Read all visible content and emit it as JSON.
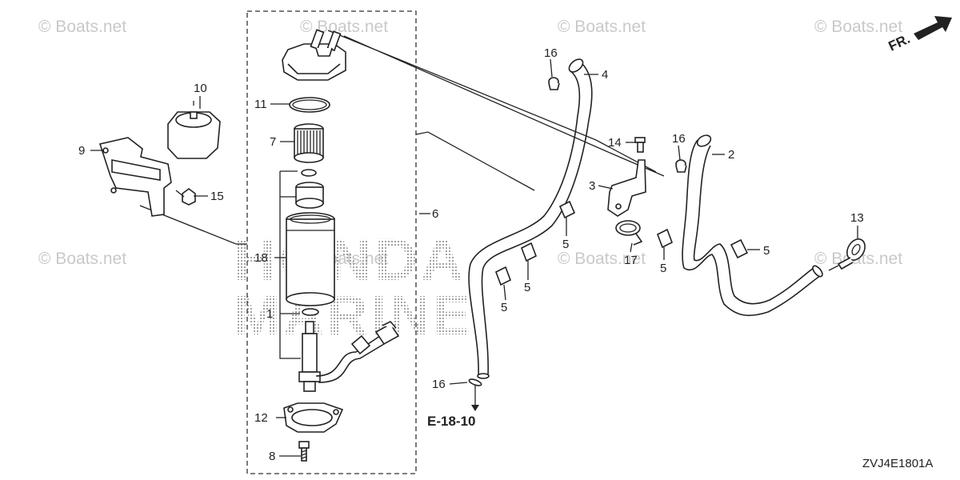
{
  "watermarks": [
    "© Boats.net",
    "© Boats.net",
    "© Boats.net",
    "© Boats.net",
    "© Boats.net",
    "© Boats.net",
    "© Boats.net",
    "© Boats.net"
  ],
  "logo": {
    "line1": "HONDA",
    "line2": "MARINE"
  },
  "orientation": {
    "text": "FR."
  },
  "callouts": [
    "16",
    "4",
    "14",
    "16",
    "2",
    "3",
    "5",
    "5",
    "5",
    "5",
    "5",
    "17",
    "13",
    "6",
    "10",
    "11",
    "7",
    "9",
    "15",
    "18",
    "1",
    "12",
    "8",
    "16"
  ],
  "reference": "E-18-10",
  "diagram_code": "ZVJ4E1801A"
}
